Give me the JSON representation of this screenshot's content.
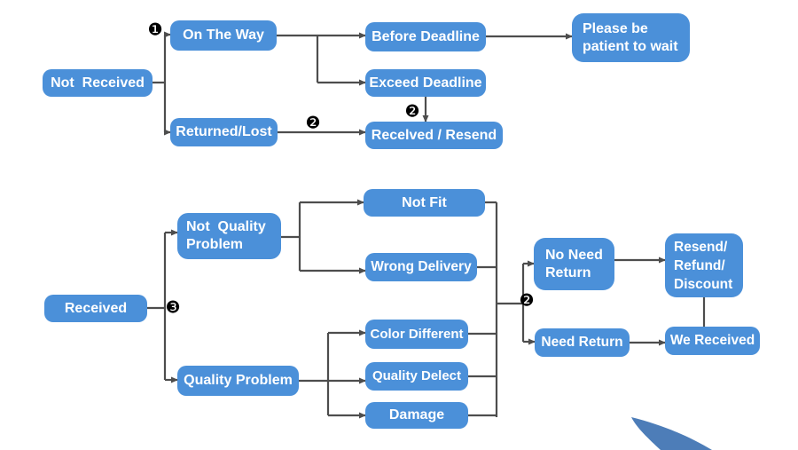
{
  "diagram_title": "",
  "colors": {
    "node_fill": "#4b90d9",
    "node_text": "#ffffff",
    "line": "#4d4d4d",
    "swoosh": "#4d7db8"
  },
  "markers": {
    "m1": "❶",
    "m2": "❷",
    "m3": "❸"
  },
  "nodes": {
    "not_received": {
      "label": "Not  Received"
    },
    "on_the_way": {
      "label": "On The Way"
    },
    "returned_lost": {
      "label": "Returned/Lost"
    },
    "before_deadline": {
      "label": "Before Deadline"
    },
    "exceed_deadline": {
      "label": "Exceed Deadline"
    },
    "received_resend": {
      "label": "Recelved / Resend"
    },
    "please_wait": {
      "label": "Please be\npatient to wait"
    },
    "received": {
      "label": "Received"
    },
    "not_quality_problem": {
      "label": "Not  Quality\nProblem"
    },
    "quality_problem": {
      "label": "Quality Problem"
    },
    "not_fit": {
      "label": "Not Fit"
    },
    "wrong_delivery": {
      "label": "Wrong Delivery"
    },
    "color_different": {
      "label": "Color Different"
    },
    "quality_delect": {
      "label": "Quality Delect"
    },
    "damage": {
      "label": "Damage"
    },
    "no_need_return": {
      "label": "No Need\nReturn"
    },
    "need_return": {
      "label": "Need Return"
    },
    "resend_refund_discount": {
      "label": "Resend/\nRefund/\nDiscount"
    },
    "we_received": {
      "label": "We Received"
    }
  },
  "edges": [
    "not_received -> on_the_way (marker 1)",
    "not_received -> returned_lost",
    "on_the_way -> before_deadline",
    "on_the_way -> exceed_deadline",
    "before_deadline -> please_wait",
    "exceed_deadline -> received_resend (marker 2)",
    "returned_lost -> received_resend (marker 2)",
    "received -> not_quality_problem (marker 3)",
    "received -> quality_problem",
    "not_quality_problem -> not_fit",
    "not_quality_problem -> wrong_delivery",
    "quality_problem -> color_different",
    "quality_problem -> quality_delect",
    "quality_problem -> damage",
    "not_fit, wrong_delivery, color_different, quality_delect, damage -> (marker 2) no_need_return",
    "not_fit, wrong_delivery, color_different, quality_delect, damage -> (marker 2) need_return",
    "no_need_return -> resend_refund_discount",
    "need_return -> we_received",
    "resend_refund_discount - we_received"
  ]
}
